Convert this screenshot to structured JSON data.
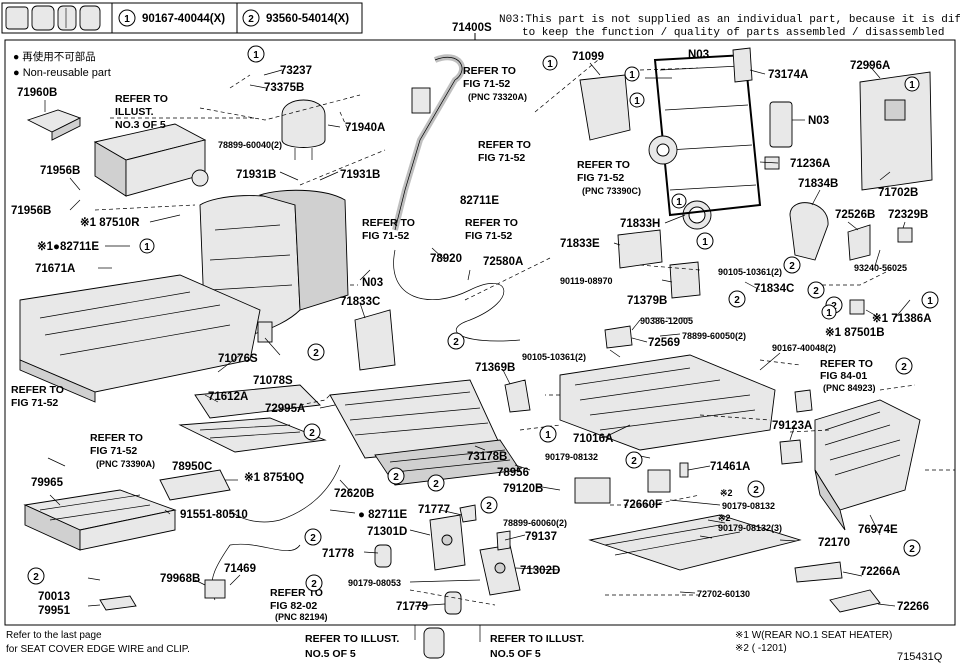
{
  "header": {
    "legend1_num": "1",
    "legend1_part": "90167-40044(X)",
    "legend2_num": "2",
    "legend2_part": "93560-54014(X)",
    "main_part": "71400S",
    "note_line1": "N03:This part is not supplied as an individual part, because it is difficult",
    "note_line2": "to keep the function / quality of parts assembled / disassembled"
  },
  "legend": {
    "reusable_jp": "● 再使用不可部品",
    "reusable_en": "● Non-reusable part"
  },
  "labels": {
    "p71960B": "71960B",
    "ref_illus3_a": "REFER TO",
    "ref_illus3_b": "ILLUST.",
    "ref_illus3_c": "NO.3 OF 5",
    "p71956B_a": "71956B",
    "p71956B_b": "71956B",
    "p87510R": "※1 87510R",
    "p82711E_a": "※1●82711E",
    "p71671A": "71671A",
    "p71076S": "71076S",
    "p71078S": "71078S",
    "ref7152_a1": "REFER TO",
    "ref7152_a2": "FIG 71-52",
    "p71612A": "71612A",
    "p72995A": "72995A",
    "ref7152_b1": "REFER TO",
    "ref7152_b2": "FIG 71-52",
    "ref7152_b3": "(PNC 73390A)",
    "p78950C": "78950C",
    "p87510Q": "※1 87510Q",
    "p79965": "79965",
    "p91551": "91551-80510",
    "p72620B": "72620B",
    "p82711E_b": "● 82711E",
    "p71777": "71777",
    "p71301D": "71301D",
    "p71778": "71778",
    "p71469": "71469",
    "p79968B": "79968B",
    "ref8202_1": "REFER TO",
    "ref8202_2": "FIG 82-02",
    "ref8202_3": "(PNC 82194)",
    "p70013": "70013",
    "p79951": "79951",
    "p73237": "73237",
    "p73375B": "73375B",
    "p71940A": "71940A",
    "p78899_40": "78899-60040(2)",
    "p71931B_a": "71931B",
    "p71931B_b": "71931B",
    "ref7152_c1": "REFER TO",
    "ref7152_c2": "FIG 71-52",
    "ref7152_c3": "(PNC 73320A)",
    "ref7152_d1": "REFER TO",
    "ref7152_d2": "FIG 71-52",
    "p82711E_c": "82711E",
    "ref7152_e1": "REFER TO",
    "ref7152_e2": "FIG 71-52",
    "ref7152_f1": "REFER TO",
    "ref7152_f2": "FIG 71-52",
    "ref7152_g1": "REFER TO",
    "ref7152_g2": "FIG 71-52",
    "ref7152_g3": "(PNC 73390C)",
    "p78920": "78920",
    "p72580A": "72580A",
    "pN03_a": "N03",
    "p71833C": "71833C",
    "p71369B": "71369B",
    "p73178B": "73178B",
    "p78956": "78956",
    "p79120B": "79120B",
    "p78899_60": "78899-60060(2)",
    "p79137": "79137",
    "p71302D": "71302D",
    "p90179_8053": "90179-08053",
    "p71779": "71779",
    "p71099": "71099",
    "pN03_b": "N03",
    "p73174A": "73174A",
    "pN03_c": "N03",
    "p71236A": "71236A",
    "p71834B": "71834B",
    "p71833H": "71833H",
    "p71833E": "71833E",
    "p90119": "90119-08970",
    "p71379B": "71379B",
    "p90105_a": "90105-10361(2)",
    "p71834C": "71834C",
    "p90386": "90386-12005",
    "p78899_50": "78899-60050(2)",
    "p72569": "72569",
    "p90105_b": "90105-10361(2)",
    "p71016A": "71016A",
    "p90179_8132a": "90179-08132",
    "p71461A": "71461A",
    "p72660F": "72660F",
    "p90179_8132b": "90179-08132",
    "p90179_8132c": "90179-08132(3)",
    "p72170": "72170",
    "p72702": "72702-60130",
    "p72996A": "72996A",
    "p71702B": "71702B",
    "p72526B": "72526B",
    "p72329B": "72329B",
    "p93240": "93240-56025",
    "p71386A": "※1 71386A",
    "p87501B": "※1 87501B",
    "p90167_48": "90167-40048(2)",
    "ref8401_1": "REFER TO",
    "ref8401_2": "FIG 84-01",
    "ref8401_3": "(PNC 84923)",
    "p79123A": "79123A",
    "p76974E": "76974E",
    "p72266A": "72266A",
    "p72266": "72266",
    "x2": "※2",
    "x2b": "※2"
  },
  "footer": {
    "left1": "Refer to the last page",
    "left2": "for SEAT COVER EDGE WIRE and CLIP.",
    "ref5a_1": "REFER TO ILLUST.",
    "ref5a_2": "NO.5 OF 5",
    "ref5b_1": "REFER TO ILLUST.",
    "ref5b_2": "NO.5 OF 5",
    "note1": "※1 W(REAR NO.1 SEAT HEATER)",
    "note2": "※2 (  -1201)",
    "figure_id": "715431Q"
  }
}
